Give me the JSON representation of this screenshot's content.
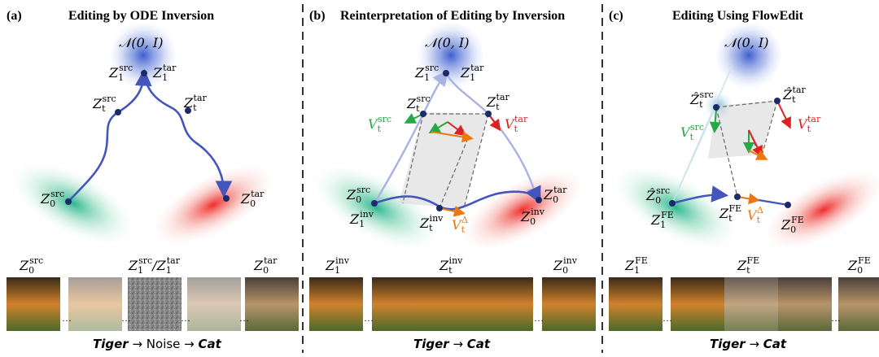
{
  "panels": [
    {
      "letter": "(a)",
      "title": "Editing by ODE Inversion",
      "caption_a": "Tiger",
      "caption_mid": " → Noise → ",
      "caption_b": "Cat",
      "thumb_labels": [
        {
          "base": "Z",
          "sub": "0",
          "sup": "src"
        },
        {
          "base": "Z",
          "sub": "1",
          "sup": "src"
        },
        {
          "sep": "/"
        },
        {
          "base": "Z",
          "sub": "1",
          "sup": "tar"
        },
        {
          "base": "Z",
          "sub": "0",
          "sup": "tar"
        }
      ]
    },
    {
      "letter": "(b)",
      "title": "Reinterpretation of Editing by Inversion",
      "caption_a": "Tiger",
      "caption_mid": " → ",
      "caption_b": "Cat",
      "thumb_labels": [
        {
          "base": "Z",
          "sub": "1",
          "sup": "inv"
        },
        {
          "base": "Z",
          "sub": "t",
          "sup": "inv"
        },
        {
          "base": "Z",
          "sub": "0",
          "sup": "inv"
        }
      ]
    },
    {
      "letter": "(c)",
      "title": "Editing Using FlowEdit",
      "caption_a": "Tiger",
      "caption_mid": " → ",
      "caption_b": "Cat",
      "thumb_labels": [
        {
          "base": "Z",
          "sub": "1",
          "sup": "FE"
        },
        {
          "base": "Z",
          "sub": "t",
          "sup": "FE"
        },
        {
          "base": "Z",
          "sub": "0",
          "sup": "FE"
        }
      ]
    }
  ],
  "noise_label": "𝒩(0, I)",
  "colors": {
    "traj": "#4455bb",
    "src": "#22aa44",
    "tar": "#dd2222",
    "delta": "#ee7711",
    "node": "#1a2a6a"
  }
}
